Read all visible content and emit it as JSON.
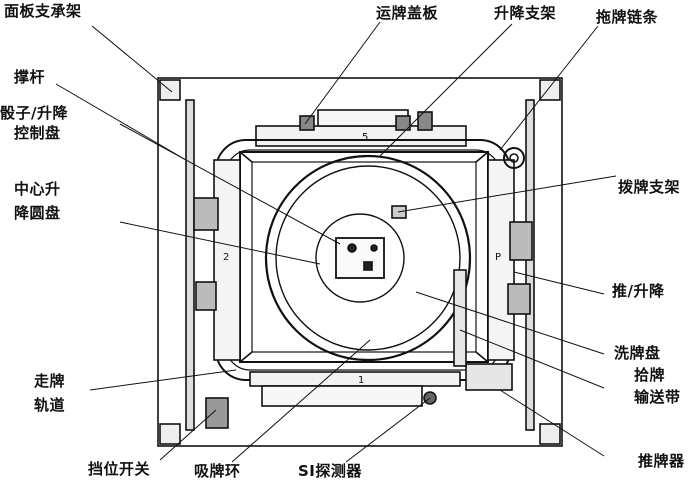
{
  "labels": {
    "panel_support": "面板支承架",
    "tile_cover": "运牌盖板",
    "lift_bracket": "升降支架",
    "drag_chain": "拖牌链条",
    "strut": "撑杆",
    "dice_ctrl_1": "骰子/升降",
    "dice_ctrl_2": "控制盘",
    "pull_bracket": "拨牌支架",
    "center_lift_1": "中心升",
    "center_lift_2": "降圆盘",
    "push_lift": "推/升降",
    "shuffle_disc": "洗牌盘",
    "pickup_1": "拾牌",
    "pickup_2": "输送带",
    "track_1": "走牌",
    "track_2": "轨道",
    "stop_switch": "挡位开关",
    "suction_ring": "吸牌环",
    "si_sensor": "SI探测器",
    "pusher": "推牌器"
  },
  "plate_marks": {
    "top": "5",
    "left": "2",
    "right": "P",
    "bottom": "1"
  }
}
